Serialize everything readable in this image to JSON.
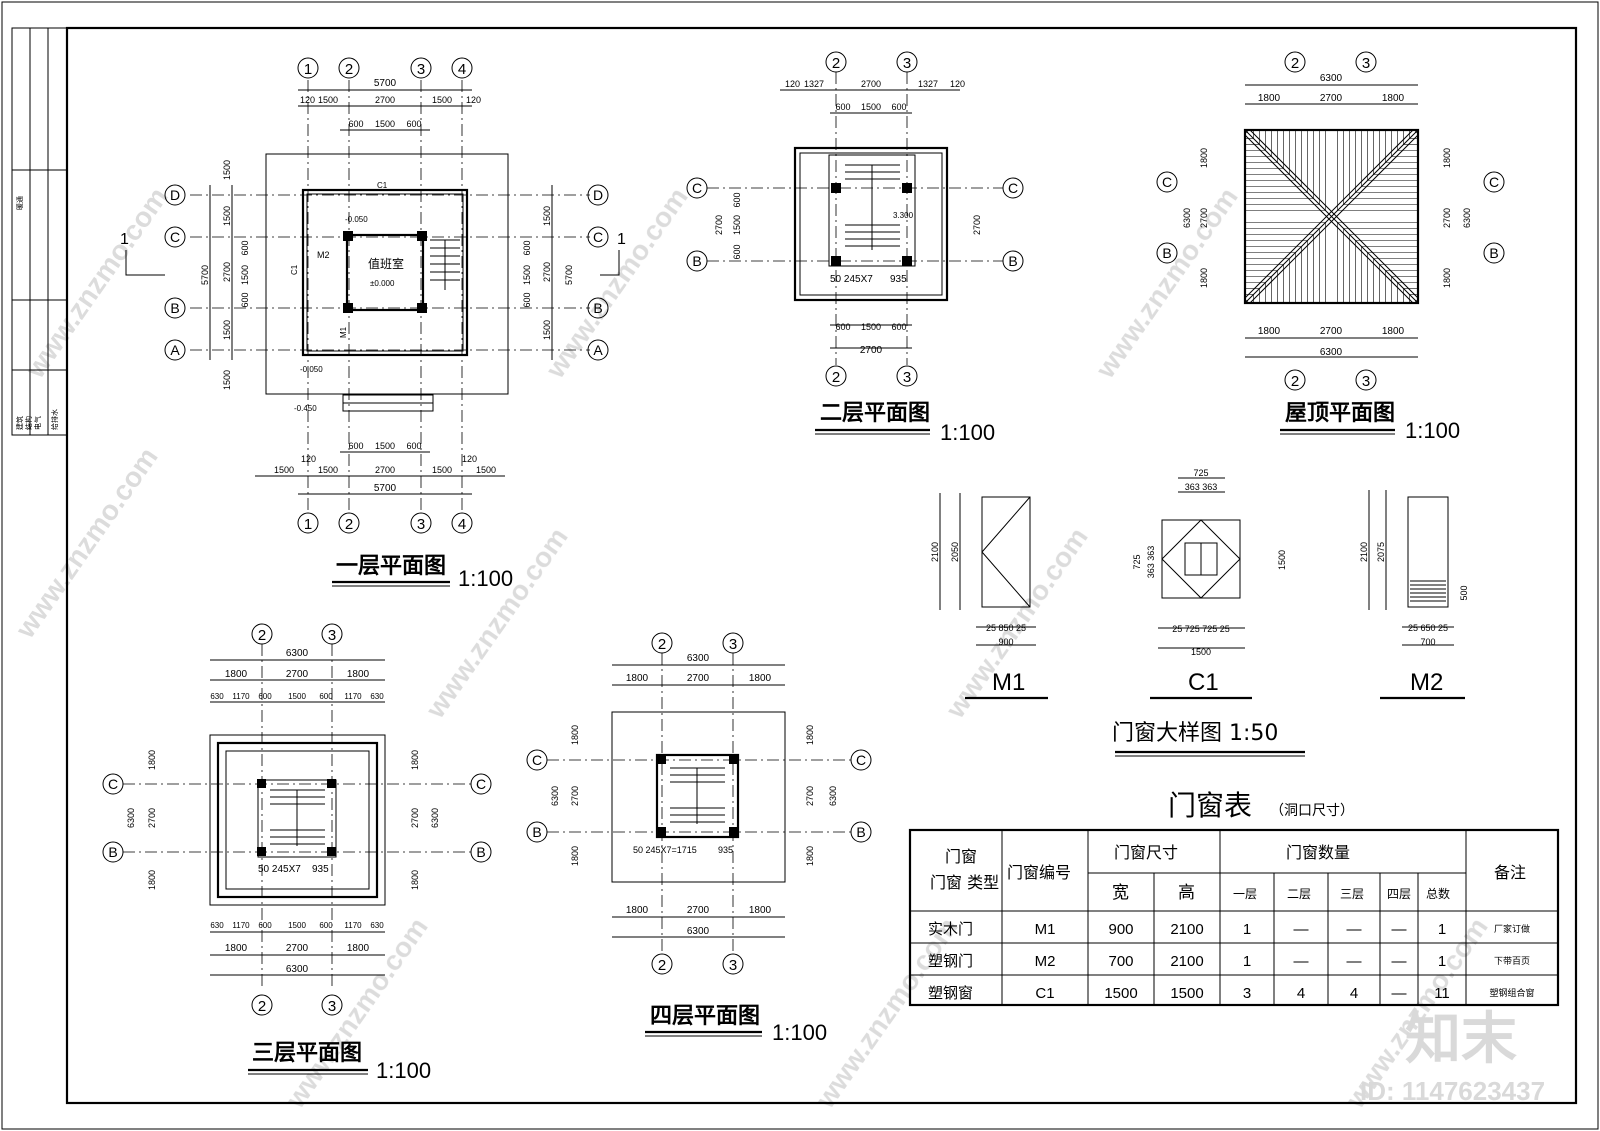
{
  "plans": {
    "floor1": {
      "title": "一层平面图",
      "scale": "1:100",
      "room_label": "值班室",
      "level_0": "±0.000",
      "level_ext": "-0.050",
      "level_out": "-0.450",
      "door_m1": "M1",
      "door_m2": "M2",
      "window_c1": "C1",
      "section_mark": "1"
    },
    "floor2": {
      "title": "二层平面图",
      "scale": "1:100",
      "level": "3.300",
      "stair": "50 245X7",
      "stair_end": "935"
    },
    "floor3": {
      "title": "三层平面图",
      "scale": "1:100",
      "stair": "50 245X7",
      "stair_end": "935"
    },
    "floor4": {
      "title": "四层平面图",
      "scale": "1:100",
      "stair": "50 245X7=1715",
      "stair_end": "935"
    },
    "roof": {
      "title": "屋顶平面图",
      "scale": "1:100"
    }
  },
  "dims": {
    "total_5700": "5700",
    "d1500": "1500",
    "d2700": "2700",
    "d600": "600",
    "d120": "120",
    "d6300": "6300",
    "d1800": "1800",
    "d1327": "1327",
    "d630": "630",
    "d1170": "1170"
  },
  "axes": {
    "a1": "1",
    "a2": "2",
    "a3": "3",
    "a4": "4",
    "aA": "A",
    "aB": "B",
    "aC": "C",
    "aD": "D"
  },
  "details": {
    "title": "门窗大样图 1:50",
    "m1": {
      "label": "M1",
      "h_total": "2100",
      "h_inner": "2050",
      "w_total": "900",
      "w_inner": "25  850  25"
    },
    "c1": {
      "label": "C1",
      "top": "725",
      "top_split": "363 363",
      "w_total": "1500",
      "w_split": "25 725   725 25"
    },
    "m2": {
      "label": "M2",
      "h_total": "2100",
      "h_inner": "2075",
      "w_total": "700",
      "w_inner": "25 650 25",
      "louver": "500"
    }
  },
  "table": {
    "title": "门窗表",
    "subtitle": "（洞口尺寸）",
    "headers": {
      "type": "门窗\n类型",
      "code": "门窗编号",
      "size": "门窗尺寸",
      "width": "宽",
      "height": "高",
      "count": "门窗数量",
      "f1": "一层",
      "f2": "二层",
      "f3": "三层",
      "f4": "四层",
      "total": "总数",
      "note": "备注"
    },
    "rows": [
      {
        "type": "实木门",
        "code": "M1",
        "w": "900",
        "h": "2100",
        "f1": "1",
        "f2": "—",
        "f3": "—",
        "f4": "—",
        "total": "1",
        "note": "厂家订做"
      },
      {
        "type": "塑钢门",
        "code": "M2",
        "w": "700",
        "h": "2100",
        "f1": "1",
        "f2": "—",
        "f3": "—",
        "f4": "—",
        "total": "1",
        "note": "下带百页"
      },
      {
        "type": "塑钢窗",
        "code": "C1",
        "w": "1500",
        "h": "1500",
        "f1": "3",
        "f2": "4",
        "f3": "4",
        "f4": "—",
        "total": "11",
        "note": "塑钢组合窗"
      }
    ]
  },
  "side_strip": {
    "label1": "建筑",
    "label2": "结构",
    "label3": "电气",
    "label4": "给排水",
    "label5": "暖通"
  },
  "watermark": {
    "brand": "知末",
    "id": "ID: 1147623437",
    "site": "www.znzmo.com"
  }
}
